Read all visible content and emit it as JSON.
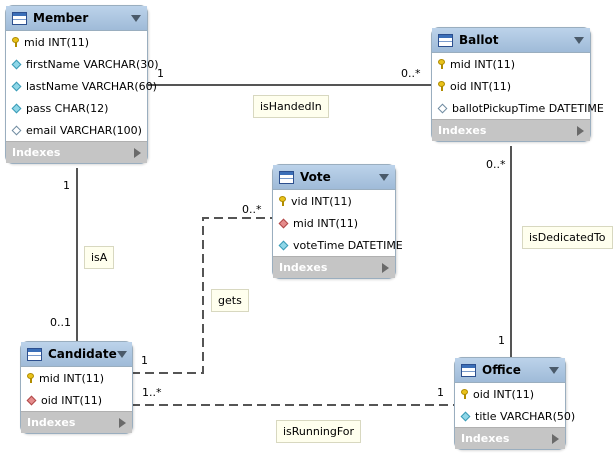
{
  "entities": {
    "member": {
      "name": "Member",
      "icon": "table-icon",
      "columns": [
        {
          "key": "pk",
          "text": "mid INT(11)"
        },
        {
          "key": "attr",
          "text": "firstName VARCHAR(30)"
        },
        {
          "key": "attr",
          "text": "lastName VARCHAR(60)"
        },
        {
          "key": "attr",
          "text": "pass CHAR(12)"
        },
        {
          "key": "plain",
          "text": "email VARCHAR(100)"
        }
      ],
      "indexes_label": "Indexes"
    },
    "ballot": {
      "name": "Ballot",
      "icon": "table-icon",
      "columns": [
        {
          "key": "pk",
          "text": "mid INT(11)"
        },
        {
          "key": "pk",
          "text": "oid INT(11)"
        },
        {
          "key": "plain",
          "text": "ballotPickupTime DATETIME"
        }
      ],
      "indexes_label": "Indexes"
    },
    "vote": {
      "name": "Vote",
      "icon": "table-icon",
      "columns": [
        {
          "key": "pk",
          "text": "vid INT(11)"
        },
        {
          "key": "fk",
          "text": "mid INT(11)"
        },
        {
          "key": "attr",
          "text": "voteTime DATETIME"
        }
      ],
      "indexes_label": "Indexes"
    },
    "candidate": {
      "name": "Candidate",
      "icon": "table-icon",
      "columns": [
        {
          "key": "pk",
          "text": "mid INT(11)"
        },
        {
          "key": "fk",
          "text": "oid INT(11)"
        }
      ],
      "indexes_label": "Indexes"
    },
    "office": {
      "name": "Office",
      "icon": "table-icon",
      "columns": [
        {
          "key": "pk",
          "text": "oid INT(11)"
        },
        {
          "key": "attr",
          "text": "title VARCHAR(50)"
        }
      ],
      "indexes_label": "Indexes"
    }
  },
  "relationships": {
    "isHandedIn": {
      "label": "isHandedIn",
      "from_card": "1",
      "to_card": "0..*"
    },
    "isDedicatedTo": {
      "label": "isDedicatedTo",
      "from_card": "0..*",
      "to_card": "1"
    },
    "isA": {
      "label": "isA",
      "from_card": "1",
      "to_card": "0..1"
    },
    "gets": {
      "label": "gets",
      "from_card": "0..*",
      "to_card": "1"
    },
    "isRunningFor": {
      "label": "isRunningFor",
      "from_card": "1..*",
      "to_card": "1"
    }
  },
  "colors": {
    "header": "#a9c4e0",
    "indexes_bar": "#c5c5c5",
    "line": "#555555",
    "label_bg": "#ffffee"
  }
}
